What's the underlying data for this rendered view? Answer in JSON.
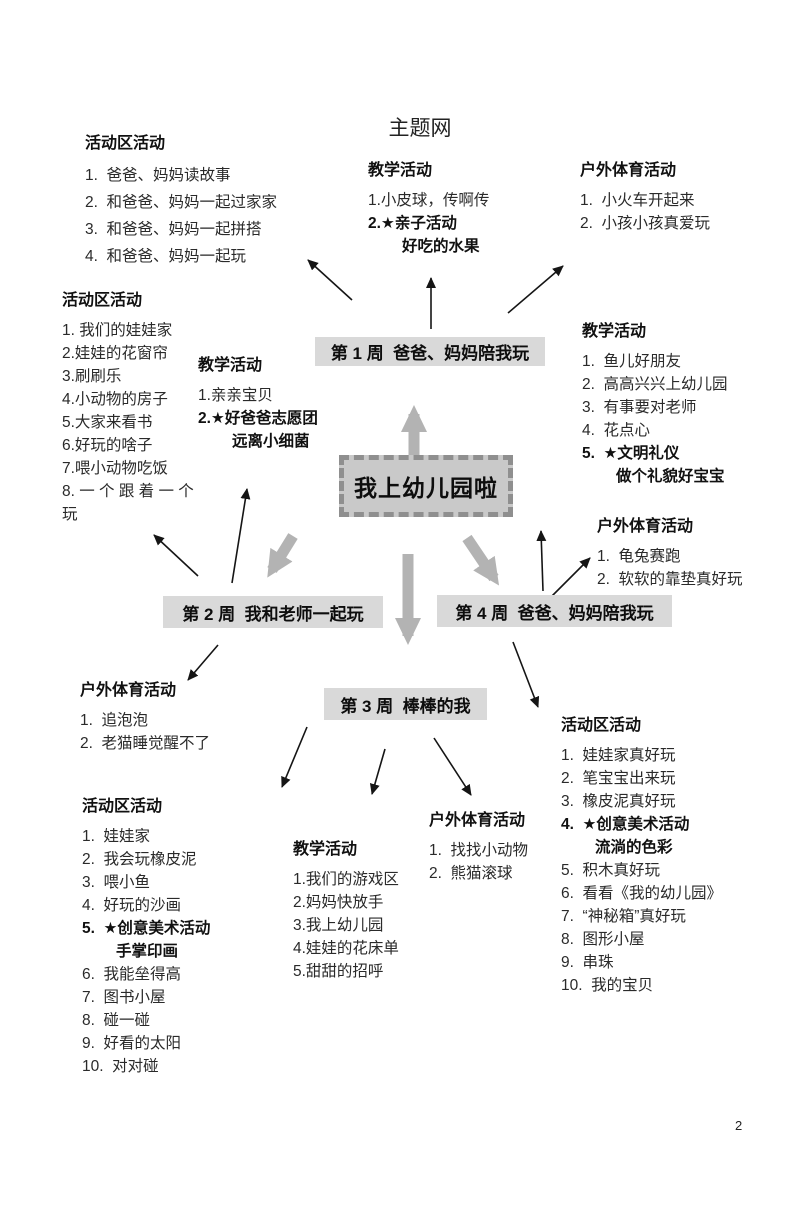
{
  "page": {
    "title": "主题网",
    "page_number": "2"
  },
  "center": {
    "label": "我上幼儿园啦"
  },
  "weeks": [
    {
      "label": "第 1 周  爸爸、妈妈陪我玩"
    },
    {
      "label": "第 2 周  我和老师一起玩"
    },
    {
      "label": "第 3 周  棒棒的我"
    },
    {
      "label": "第 4 周  爸爸、妈妈陪我玩"
    }
  ],
  "colors": {
    "week_box_bg": "#d9d9d9",
    "center_box_bg": "#c9c9c9",
    "center_box_border": "#8f8f8f",
    "thick_arrow": "#b3b3b3",
    "text": "#1d1d1d"
  },
  "blocks": [
    {
      "header": "活动区活动",
      "lines": [
        {
          "t": "1.  爸爸、妈妈读故事"
        },
        {
          "t": "2.  和爸爸、妈妈一起过家家"
        },
        {
          "t": "3.  和爸爸、妈妈一起拼搭"
        },
        {
          "t": "4.  和爸爸、妈妈一起玩"
        }
      ]
    },
    {
      "header": "教学活动",
      "lines": [
        {
          "t": "1.小皮球，传啊传"
        },
        {
          "t": "2.★亲子活动",
          "b": true
        },
        {
          "t": "好吃的水果",
          "b": true,
          "i": true
        }
      ]
    },
    {
      "header": "户外体育活动",
      "lines": [
        {
          "t": "1.  小火车开起来"
        },
        {
          "t": "2.  小孩小孩真爱玩"
        }
      ]
    },
    {
      "header": "活动区活动",
      "lines": [
        {
          "t": "1. 我们的娃娃家"
        },
        {
          "t": "2.娃娃的花窗帘"
        },
        {
          "t": "3.刷刷乐"
        },
        {
          "t": "4.小动物的房子"
        },
        {
          "t": "5.大家来看书"
        },
        {
          "t": "6.好玩的啥子"
        },
        {
          "t": "7.喂小动物吃饭"
        },
        {
          "t": "8. 一 个 跟 着 一 个"
        },
        {
          "t": "玩"
        }
      ]
    },
    {
      "header": "教学活动",
      "lines": [
        {
          "t": "1.亲亲宝贝"
        },
        {
          "t": "2.★好爸爸志愿团",
          "b": true
        },
        {
          "t": "远离小细菌",
          "b": true,
          "i": true
        }
      ]
    },
    {
      "header": "教学活动",
      "lines": [
        {
          "t": "1.  鱼儿好朋友"
        },
        {
          "t": "2.  高高兴兴上幼儿园"
        },
        {
          "t": "3.  有事要对老师"
        },
        {
          "t": "4.  花点心"
        },
        {
          "t": "5.  ★文明礼仪",
          "b": true
        },
        {
          "t": "做个礼貌好宝宝",
          "b": true,
          "i": true
        }
      ]
    },
    {
      "header": "户外体育活动",
      "lines": [
        {
          "t": "1.  龟兔赛跑"
        },
        {
          "t": "2.  软软的靠垫真好玩"
        }
      ]
    },
    {
      "header": "户外体育活动",
      "lines": [
        {
          "t": "1.  追泡泡"
        },
        {
          "t": "2.  老猫睡觉醒不了"
        }
      ]
    },
    {
      "header": "活动区活动",
      "lines": [
        {
          "t": "1.  娃娃家"
        },
        {
          "t": "2.  我会玩橡皮泥"
        },
        {
          "t": "3.  喂小鱼"
        },
        {
          "t": "4.  好玩的沙画"
        },
        {
          "t": "5.  ★创意美术活动",
          "b": true
        },
        {
          "t": "手掌印画",
          "b": true,
          "i": true
        },
        {
          "t": "6.  我能垒得高"
        },
        {
          "t": "7.  图书小屋"
        },
        {
          "t": "8.  碰一碰"
        },
        {
          "t": "9.  好看的太阳"
        },
        {
          "t": "10.  对对碰"
        }
      ]
    },
    {
      "header": "教学活动",
      "lines": [
        {
          "t": "1.我们的游戏区"
        },
        {
          "t": "2.妈妈快放手"
        },
        {
          "t": "3.我上幼儿园"
        },
        {
          "t": "4.娃娃的花床单"
        },
        {
          "t": "5.甜甜的招呼"
        }
      ]
    },
    {
      "header": "户外体育活动",
      "lines": [
        {
          "t": "1.  找找小动物"
        },
        {
          "t": "2.  熊猫滚球"
        }
      ]
    },
    {
      "header": "活动区活动",
      "lines": [
        {
          "t": "1.  娃娃家真好玩"
        },
        {
          "t": "2.  笔宝宝出来玩"
        },
        {
          "t": "3.  橡皮泥真好玩"
        },
        {
          "t": "4.  ★创意美术活动",
          "b": true
        },
        {
          "t": "流淌的色彩",
          "b": true,
          "i": true
        },
        {
          "t": "5.  积木真好玩"
        },
        {
          "t": "6.  看看《我的幼儿园》"
        },
        {
          "t": "7.  “神秘箱”真好玩"
        },
        {
          "t": "8.  图形小屋"
        },
        {
          "t": "9.  串珠"
        },
        {
          "t": "10.  我的宝贝"
        }
      ]
    }
  ]
}
